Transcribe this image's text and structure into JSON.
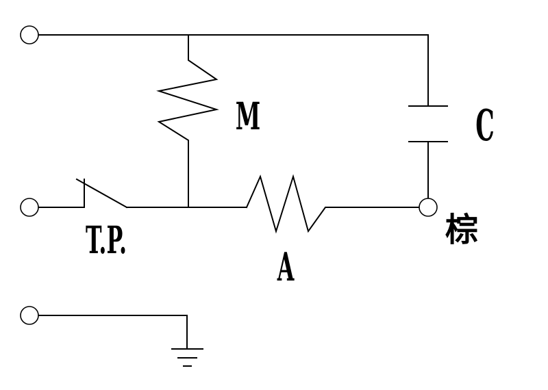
{
  "diagram": {
    "labels": {
      "motor_winding": "M",
      "auxiliary_winding": "A",
      "capacitor": "C",
      "thermal_protector": "T.P.",
      "brown_terminal": "棕"
    }
  }
}
